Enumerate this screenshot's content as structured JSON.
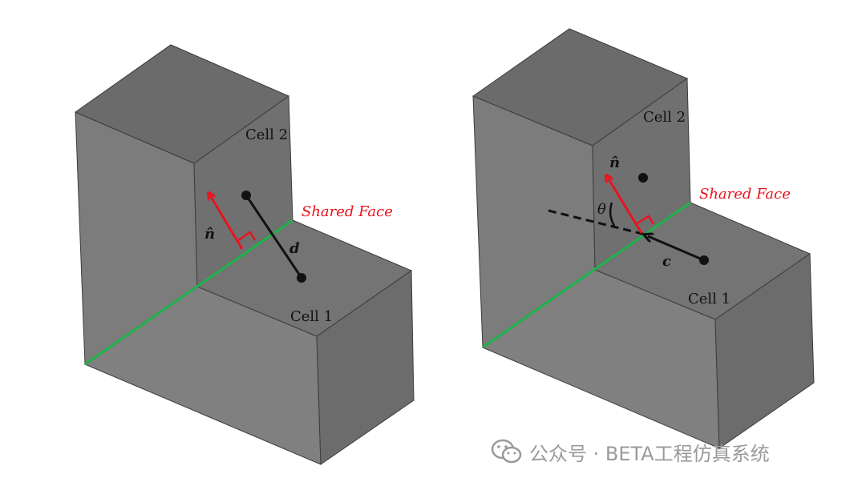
{
  "left_diagram": {
    "cell2_label": "Cell 2",
    "cell1_label": "Cell 1",
    "shared_face_label": "Shared Face",
    "normal_label": "n̂",
    "distance_label": "d"
  },
  "right_diagram": {
    "cell2_label": "Cell 2",
    "cell1_label": "Cell 1",
    "shared_face_label": "Shared Face",
    "normal_label": "n̂",
    "vector_label": "c",
    "angle_label": "θ"
  },
  "watermark": {
    "text": "公众号 · BETA工程仿真系统"
  },
  "colors": {
    "face_light": "#8a8a8a",
    "face_mid": "#7a7a7a",
    "face_dark": "#6a6a6a",
    "shared_edge": "#1db34a",
    "normal_arrow": "#e8141e"
  }
}
